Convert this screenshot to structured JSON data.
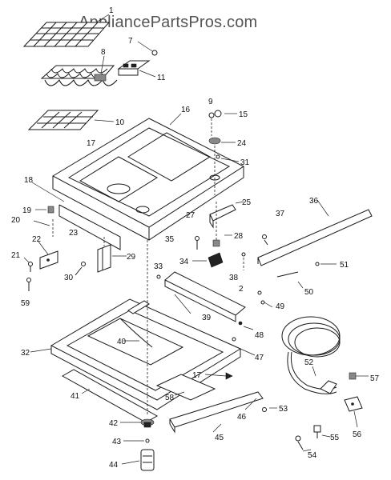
{
  "watermark": "AppliancePartsPros.com",
  "callouts": [
    {
      "id": "c1",
      "text": "1"
    },
    {
      "id": "c7",
      "text": "7"
    },
    {
      "id": "c8",
      "text": "8"
    },
    {
      "id": "c11",
      "text": "11"
    },
    {
      "id": "c10",
      "text": "10"
    },
    {
      "id": "c9",
      "text": "9"
    },
    {
      "id": "c15",
      "text": "15"
    },
    {
      "id": "c16",
      "text": "16"
    },
    {
      "id": "c24",
      "text": "24"
    },
    {
      "id": "c31",
      "text": "31"
    },
    {
      "id": "c17a",
      "text": "17"
    },
    {
      "id": "c18",
      "text": "18"
    },
    {
      "id": "c19",
      "text": "19"
    },
    {
      "id": "c20",
      "text": "20"
    },
    {
      "id": "c23",
      "text": "23"
    },
    {
      "id": "c22",
      "text": "22"
    },
    {
      "id": "c21",
      "text": "21"
    },
    {
      "id": "c30",
      "text": "30"
    },
    {
      "id": "c29",
      "text": "29"
    },
    {
      "id": "c59",
      "text": "59"
    },
    {
      "id": "c25",
      "text": "25"
    },
    {
      "id": "c27",
      "text": "27"
    },
    {
      "id": "c28",
      "text": "28"
    },
    {
      "id": "c35",
      "text": "35"
    },
    {
      "id": "c34",
      "text": "34"
    },
    {
      "id": "c36",
      "text": "36"
    },
    {
      "id": "c37",
      "text": "37"
    },
    {
      "id": "c38",
      "text": "38"
    },
    {
      "id": "c51",
      "text": "51"
    },
    {
      "id": "c50",
      "text": "50"
    },
    {
      "id": "c2",
      "text": "2"
    },
    {
      "id": "c49",
      "text": "49"
    },
    {
      "id": "c33",
      "text": "33"
    },
    {
      "id": "c39",
      "text": "39"
    },
    {
      "id": "c48",
      "text": "48"
    },
    {
      "id": "c47",
      "text": "47"
    },
    {
      "id": "c32",
      "text": "32"
    },
    {
      "id": "c40",
      "text": "40"
    },
    {
      "id": "c17b",
      "text": "17"
    },
    {
      "id": "c41",
      "text": "41"
    },
    {
      "id": "c58",
      "text": "58"
    },
    {
      "id": "c52",
      "text": "52"
    },
    {
      "id": "c57",
      "text": "57"
    },
    {
      "id": "c53",
      "text": "53"
    },
    {
      "id": "c46",
      "text": "46"
    },
    {
      "id": "c45",
      "text": "45"
    },
    {
      "id": "c42",
      "text": "42"
    },
    {
      "id": "c43",
      "text": "43"
    },
    {
      "id": "c44",
      "text": "44"
    },
    {
      "id": "c55",
      "text": "55"
    },
    {
      "id": "c54",
      "text": "54"
    },
    {
      "id": "c56",
      "text": "56"
    }
  ]
}
